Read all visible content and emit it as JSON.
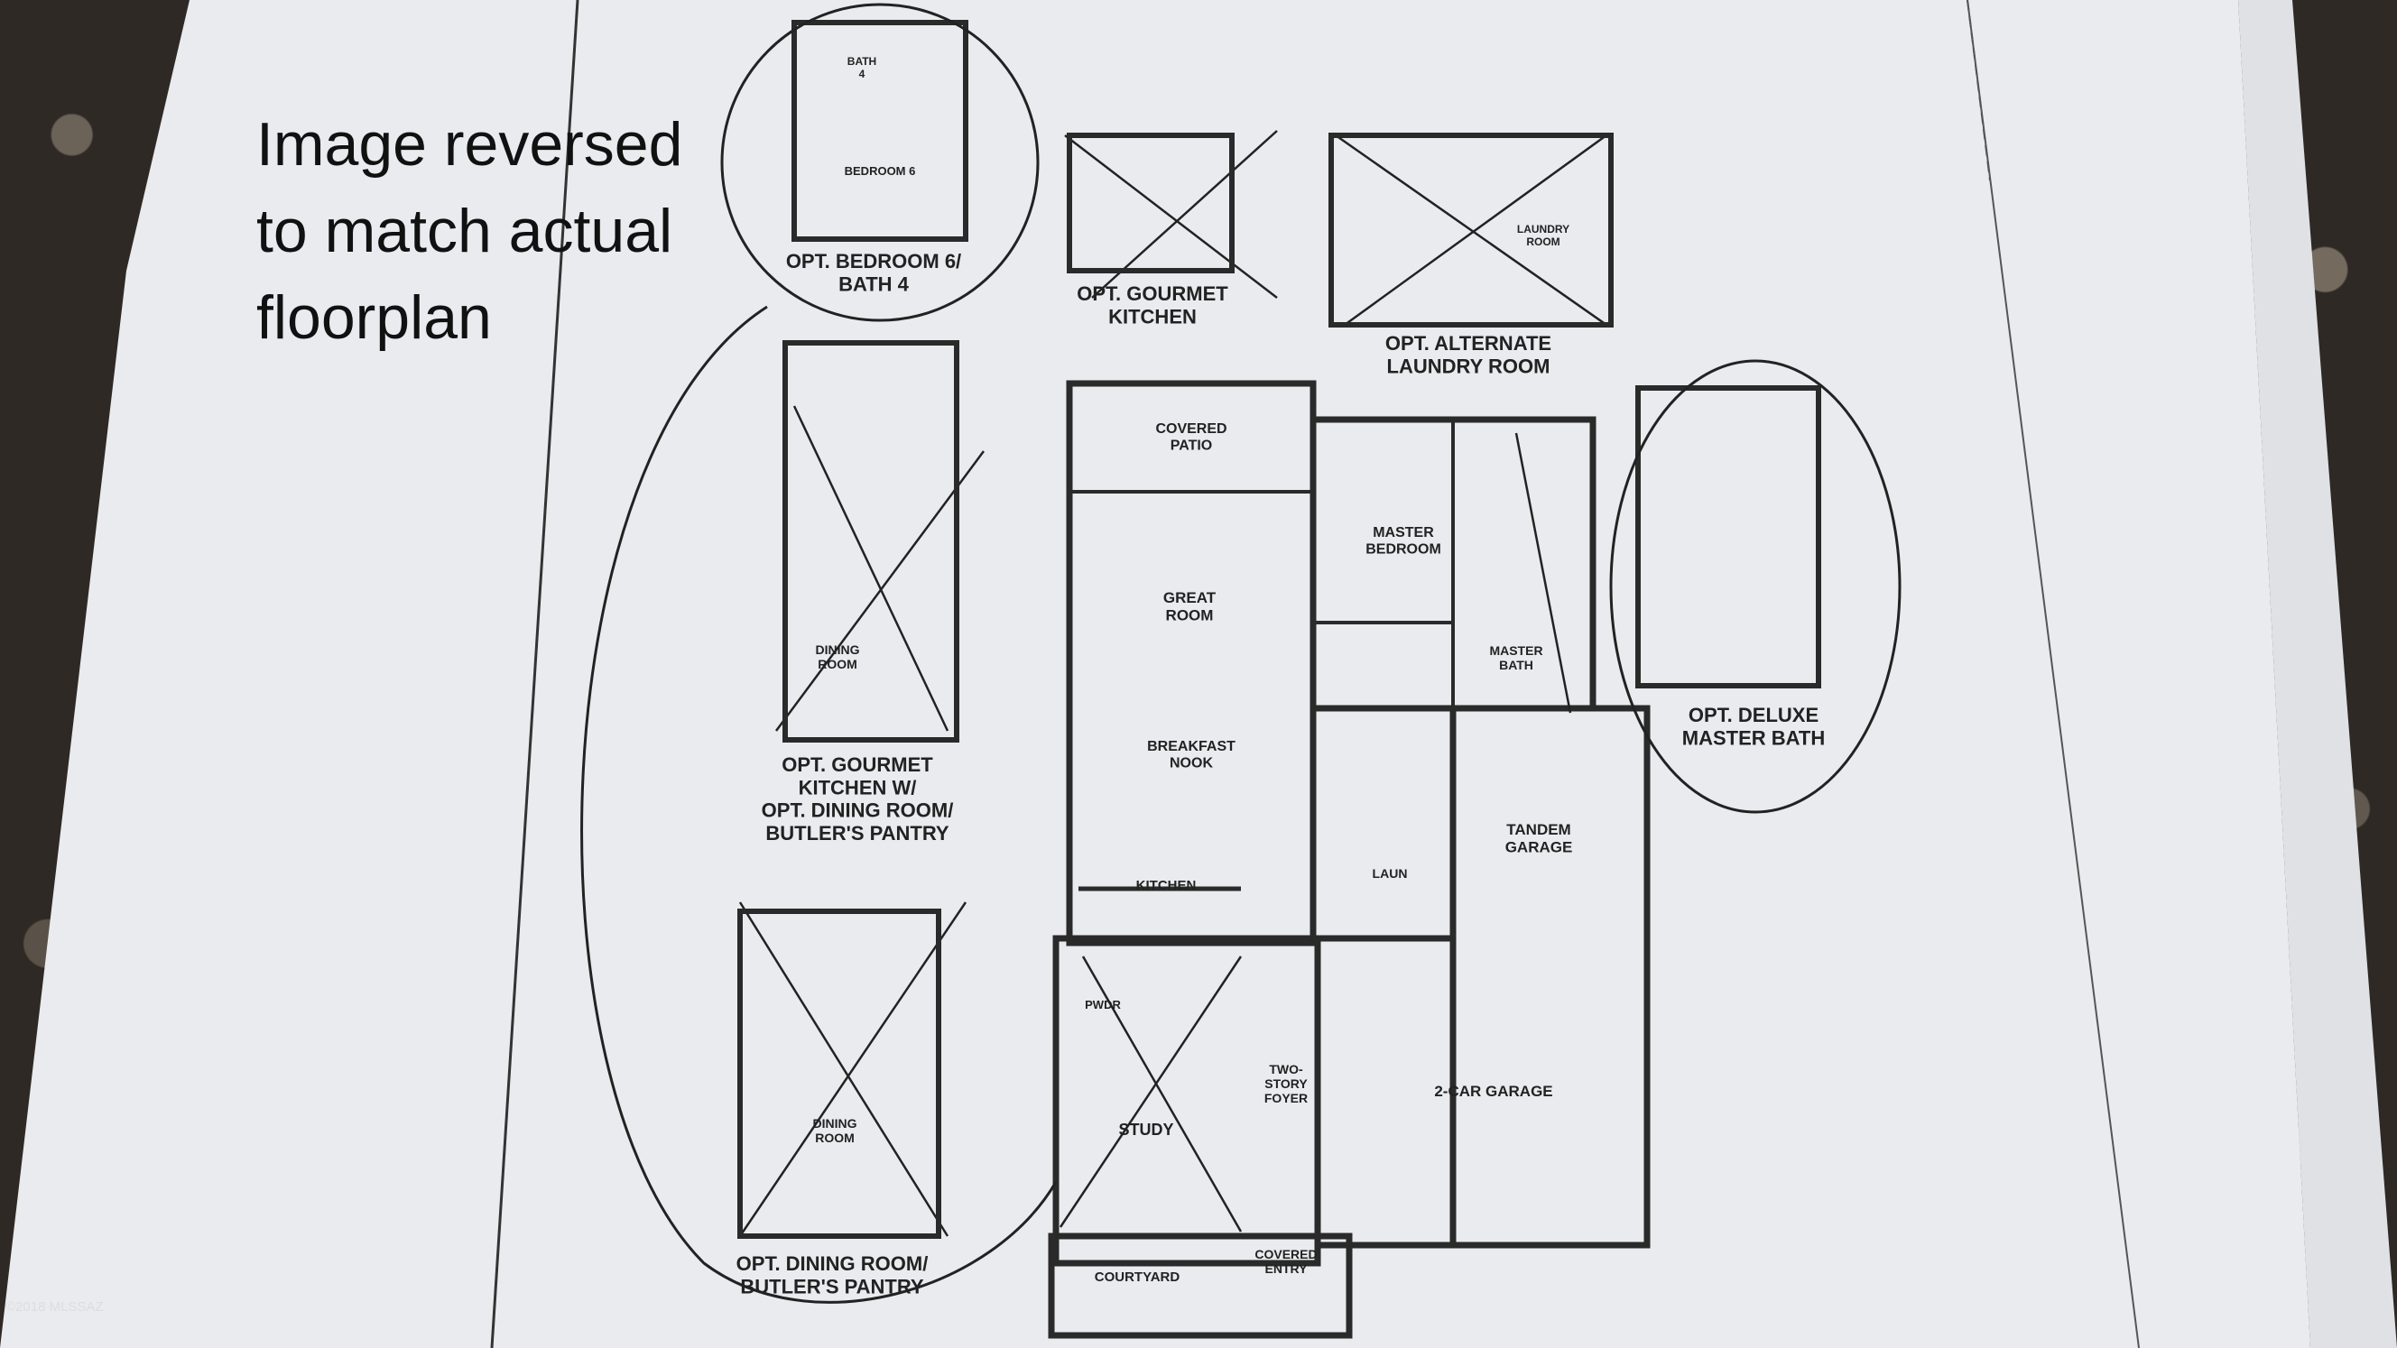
{
  "note": "Image reversed\nto match actual\nfloorplan",
  "copyright": "©2018 MLSSAZ",
  "option_labels": {
    "bedroom6": "OPT. BEDROOM 6/\nBATH 4",
    "gourmet_kitchen": "OPT. GOURMET\nKITCHEN",
    "alt_laundry": "OPT. ALTERNATE\nLAUNDRY ROOM",
    "deluxe_bath": "OPT. DELUXE\nMASTER BATH",
    "gourmet_dining": "OPT. GOURMET\nKITCHEN W/\nOPT. DINING ROOM/\nBUTLER'S PANTRY",
    "dining_pantry": "OPT. DINING ROOM/\nBUTLER'S PANTRY"
  },
  "rooms": {
    "covered_patio": "COVERED\nPATIO",
    "master_bedroom": "MASTER\nBEDROOM",
    "great_room": "GREAT\nROOM",
    "breakfast_nook": "BREAKFAST\nNOOK",
    "kitchen": "KITCHEN",
    "master_bath": "MASTER\nBATH",
    "tandem_garage": "TANDEM\nGARAGE",
    "two_car_garage": "2-CAR GARAGE",
    "two_story_foyer": "TWO-\nSTORY\nFOYER",
    "study": "STUDY",
    "pwdr": "PWDR",
    "laun": "LAUN",
    "courtyard": "COURTYARD",
    "covered_entry": "COVERED\nENTRY",
    "bedroom6": "BEDROOM 6",
    "bath4": "BATH\n4",
    "laundry_room": "LAUNDRY\nROOM",
    "dining_room": "DINING\nROOM"
  }
}
